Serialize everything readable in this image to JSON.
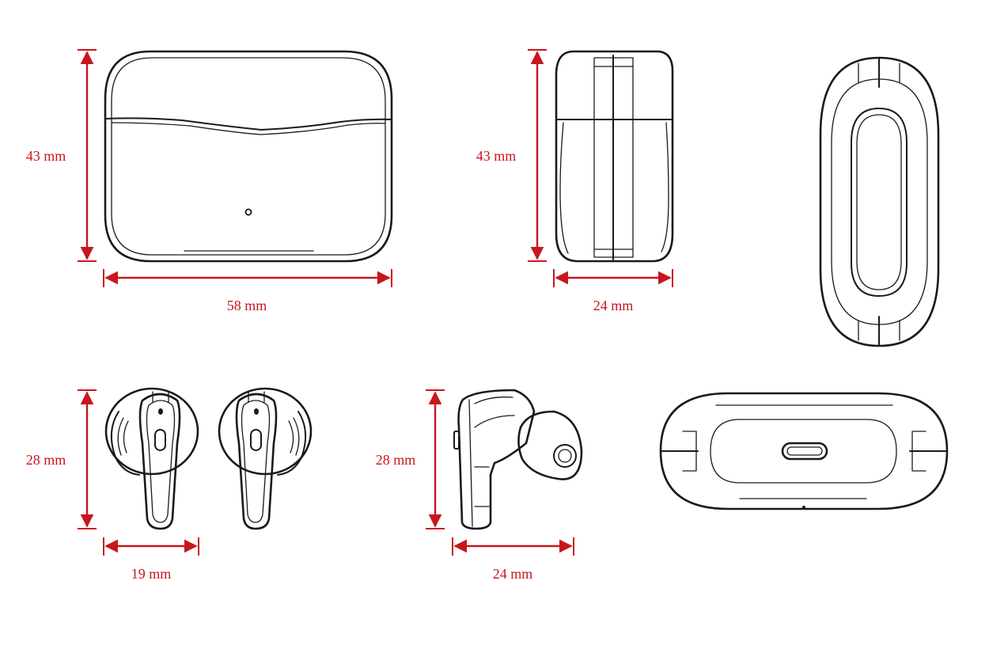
{
  "colors": {
    "dimension": "#c8161d",
    "line": "#1a1a1a",
    "background": "#ffffff"
  },
  "dimensions": {
    "case_height": "43 mm",
    "case_width": "58 mm",
    "case_side_height": "43 mm",
    "case_depth": "24 mm",
    "earbud_height": "28 mm",
    "earbud_width": "19 mm",
    "earbud_side_height": "28 mm",
    "earbud_depth": "24 mm"
  }
}
